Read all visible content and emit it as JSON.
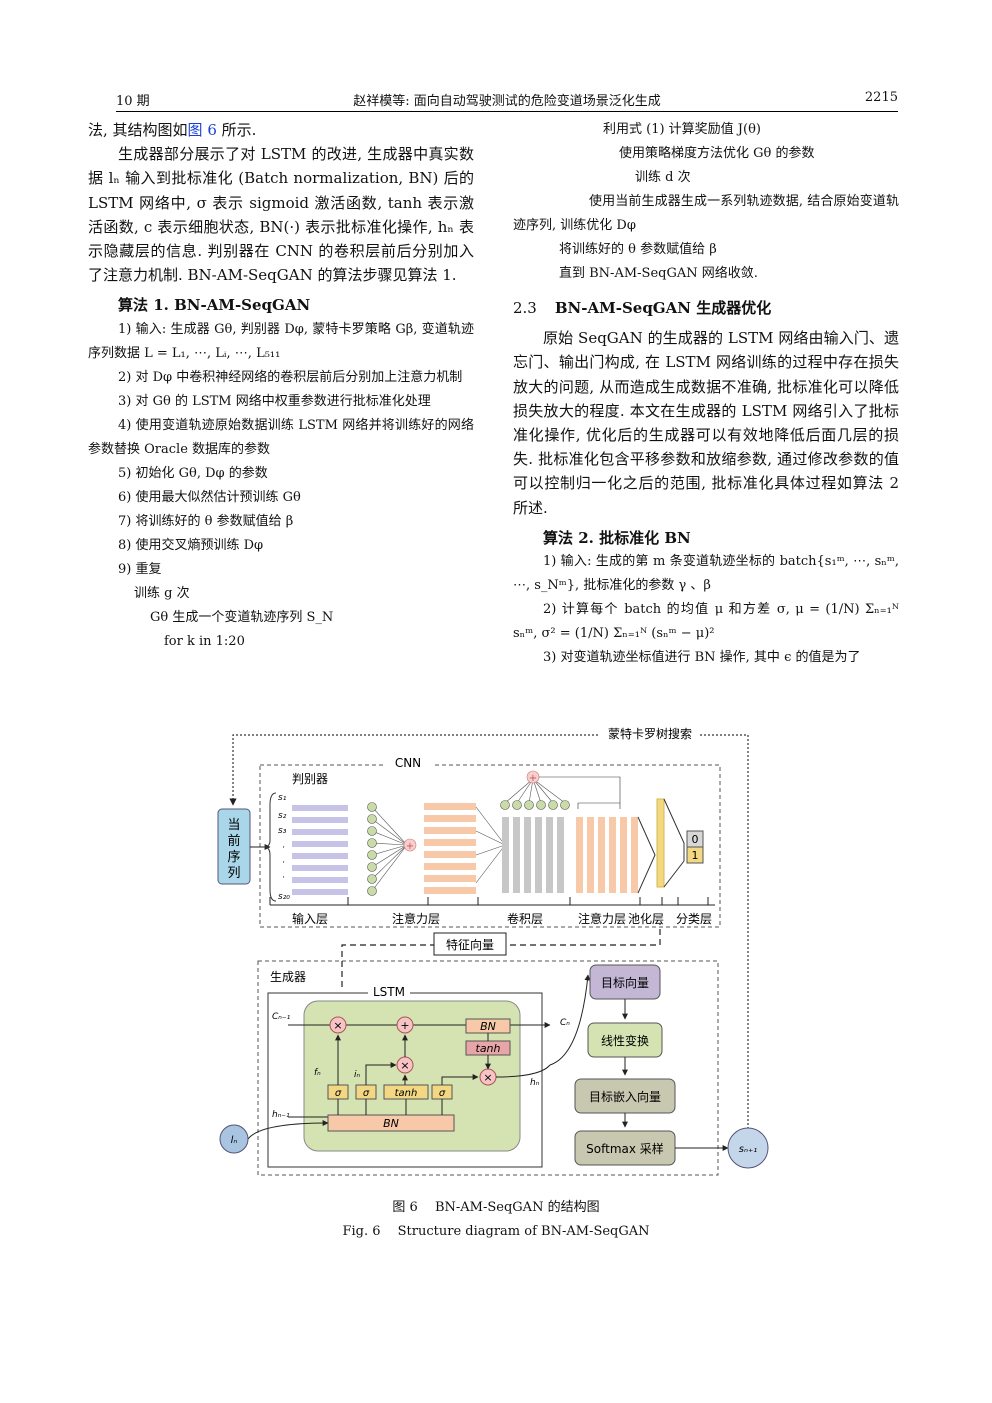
{
  "header": {
    "left": "10 期",
    "center": "赵祥模等: 面向自动驾驶测试的危险变道场景泛化生成",
    "right": "2215"
  },
  "left_column": {
    "p0_pre": "法, 其结构图如",
    "p0_link": "图 6",
    "p0_post": " 所示.",
    "p1": "生成器部分展示了对 LSTM 的改进, 生成器中真实数据 lₙ 输入到批标准化 (Batch normalization, BN) 后的 LSTM 网络中, σ 表示 sigmoid 激活函数, tanh 表示激活函数, c 表示细胞状态, BN(·) 表示批标准化操作, hₙ 表示隐藏层的信息. 判别器在 CNN 的卷积层前后分别加入了注意力机制. BN-AM-SeqGAN 的算法步骤见算法 1.",
    "alg1_title": "算法 1. BN-AM-SeqGAN",
    "alg1": [
      "1) 输入: 生成器 Gθ, 判别器 Dφ, 蒙特卡罗策略 Gβ, 变道轨迹序列数据 L = L₁, ⋯, Lᵢ, ⋯, L₅₁₁",
      "2) 对 Dφ 中卷积神经网络的卷积层前后分别加上注意力机制",
      "3) 对 Gθ 的 LSTM 网络中权重参数进行批标准化处理",
      "4) 使用变道轨迹原始数据训练 LSTM 网络并将训练好的网络参数替换 Oracle 数据库的参数",
      "5) 初始化 Gθ, Dφ 的参数",
      "6) 使用最大似然估计预训练 Gθ",
      "7) 将训练好的 θ 参数赋值给 β",
      "8) 使用交叉熵预训练 Dφ",
      "9) 重复",
      "训练 g 次",
      "Gθ 生成一个变道轨迹序列 S_N",
      "for k in 1:20"
    ]
  },
  "right_column": {
    "alg1_cont": [
      "利用式 (1) 计算奖励值 J(θ)",
      "使用策略梯度方法优化 Gθ 的参数",
      "训练 d 次",
      "使用当前生成器生成一系列轨迹数据, 结合原始变道轨迹序列, 训练优化 Dφ",
      "将训练好的 θ 参数赋值给 β",
      "直到 BN-AM-SeqGAN 网络收敛."
    ],
    "sec_num": "2.3",
    "sec_title": "BN-AM-SeqGAN 生成器优化",
    "p2": "原始 SeqGAN 的生成器的 LSTM 网络由输入门、遗忘门、输出门构成, 在 LSTM 网络训练的过程中存在损失放大的问题, 从而造成生成数据不准确, 批标准化可以降低损失放大的程度. 本文在生成器的 LSTM 网络引入了批标准化操作, 优化后的生成器可以有效地降低后面几层的损失. 批标准化包含平移参数和放缩参数, 通过修改参数的值可以控制归一化之后的范围, 批标准化具体过程如算法 2 所述.",
    "alg2_title": "算法 2. 批标准化 BN",
    "alg2": [
      "1) 输入: 生成的第 m 条变道轨迹坐标的 batch{s₁ᵐ, ⋯, sₙᵐ, ⋯, s_Nᵐ}, 批标准化的参数 γ 、β",
      "2) 计算每个 batch 的均值 μ 和方差 σ, μ = (1/N) Σₙ₌₁ᴺ sₙᵐ, σ² = (1/N) Σₙ₌₁ᴺ (sₙᵐ − μ)²",
      "3) 对变道轨迹坐标值进行 BN 操作, 其中 ϵ 的值是为了"
    ]
  },
  "figure": {
    "mcts": "蒙特卡罗树搜索",
    "cnn": "CNN",
    "discriminator": "判别器",
    "current_seq": [
      "当",
      "前",
      "序",
      "列"
    ],
    "seq_labels": [
      "s₁",
      "s₂",
      "s₃",
      "·",
      "·",
      "·",
      "s₂₀"
    ],
    "outputs": [
      "0",
      "1"
    ],
    "layers": [
      "输入层",
      "注意力层",
      "卷积层",
      "注意力层",
      "池化层",
      "分类层"
    ],
    "feature_vec": "特征向量",
    "generator": "生成器",
    "lstm": "LSTM",
    "c_prev": "Cₙ₋₁",
    "c_next": "Cₙ",
    "h_prev": "hₙ₋₁",
    "h_next": "hₙ",
    "f_gate": "fₙ",
    "i_gate": "iₙ",
    "sigma": "σ",
    "tanh": "tanh",
    "bn": "BN",
    "input": "lₙ",
    "target_vec": "目标向量",
    "linear": "线性变换",
    "embed": "目标嵌入向量",
    "softmax": "Softmax 采样",
    "s_next": "sₙ₊₁"
  },
  "caption_cn": "图 6　 BN-AM-SeqGAN 的结构图",
  "caption_en": "Fig. 6　 Structure diagram of BN-AM-SeqGAN"
}
